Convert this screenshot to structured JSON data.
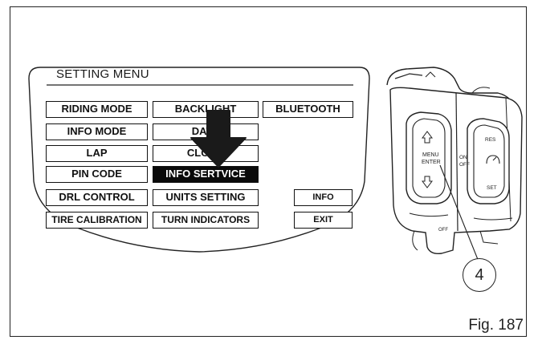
{
  "menu": {
    "title": "SETTING MENU",
    "items": [
      {
        "label": "RIDING MODE"
      },
      {
        "label": "BACKLIGHT"
      },
      {
        "label": "BLUETOOTH"
      },
      {
        "label": "INFO MODE"
      },
      {
        "label": "DATE"
      },
      {
        "label": "LAP"
      },
      {
        "label": "CLOCK"
      },
      {
        "label": "PIN CODE"
      },
      {
        "label": "INFO SERTVICE",
        "selected": true
      },
      {
        "label": "DRL CONTROL"
      },
      {
        "label": "UNITS SETTING"
      },
      {
        "label": "TIRE CALIBRATION"
      },
      {
        "label": "TURN INDICATORS"
      }
    ],
    "side_buttons": [
      {
        "label": "INFO"
      },
      {
        "label": "EXIT"
      }
    ]
  },
  "device": {
    "left_button_label": "MENU ENTER",
    "right_on_label": "ON",
    "right_off_label": "OFF",
    "res_label": "RES",
    "set_label": "SET",
    "bottom_off_label": "OFF"
  },
  "callout_number": "4",
  "figure_label": "Fig. 187",
  "colors": {
    "ink": "#111111",
    "selected_bg": "#0a0a0a",
    "paper": "#ffffff"
  },
  "icons": [
    "down-arrow-icon",
    "up-arrow-icon",
    "cruise-control-icon"
  ]
}
